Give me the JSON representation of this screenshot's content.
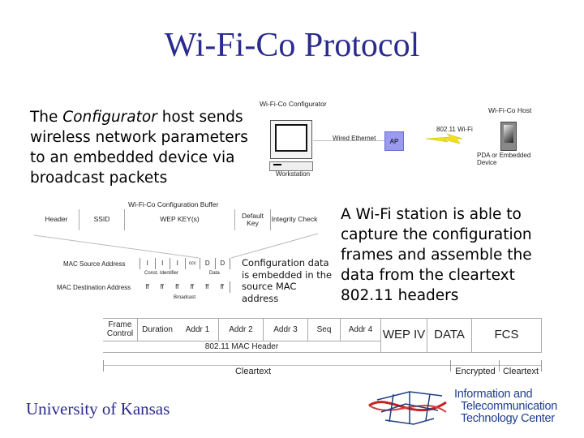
{
  "title": "Wi-Fi-Co Protocol",
  "intro": {
    "pre": "The ",
    "em": "Configurator",
    "post": " host sends wireless network parameters to an embedded device via broadcast packets"
  },
  "station_text": "A Wi-Fi station is able to capture the configuration frames and assemble the data from the cleartext 802.11 headers",
  "network": {
    "configurator": "Wi-Fi-Co Configurator",
    "workstation": "Workstation",
    "wired": "Wired Ethernet",
    "ap": "AP",
    "wifi": "802.11 Wi-Fi",
    "host": "Wi-Fi-Co Host",
    "device": "PDA or Embedded Device",
    "ap_color": "#9a9af0"
  },
  "buffer": {
    "title": "Wi-Fi-Co Configuration Buffer",
    "fields": [
      "Header",
      "SSID",
      "WEP KEY(s)",
      "Default Key",
      "Integrity Check"
    ],
    "src_label": "MAC Source Address",
    "src_cells": [
      "I",
      "I",
      "I",
      "ccc",
      "D",
      "D"
    ],
    "const_id": "Const. Identifier",
    "data": "Data",
    "dst_label": "MAC Destination Address",
    "dst_cells": [
      "ff",
      "ff",
      "ff",
      "ff",
      "ff",
      "ff"
    ],
    "broadcast": "Broadcast"
  },
  "embed_note": "Configuration data is embedded in the source MAC address",
  "frame": {
    "fields": [
      "Frame Control",
      "Duration",
      "Addr 1",
      "Addr 2",
      "Addr 3",
      "Seq",
      "Addr 4",
      "WEP IV",
      "DATA",
      "FCS"
    ],
    "mac_header": "802.11 MAC Header",
    "cleartext": "Cleartext",
    "encrypted": "Encrypted",
    "cleartext2": "Cleartext"
  },
  "footer": "University of Kansas",
  "logo": {
    "line1": "Information and",
    "line2": "Telecommunication",
    "line3": "Technology Center"
  }
}
